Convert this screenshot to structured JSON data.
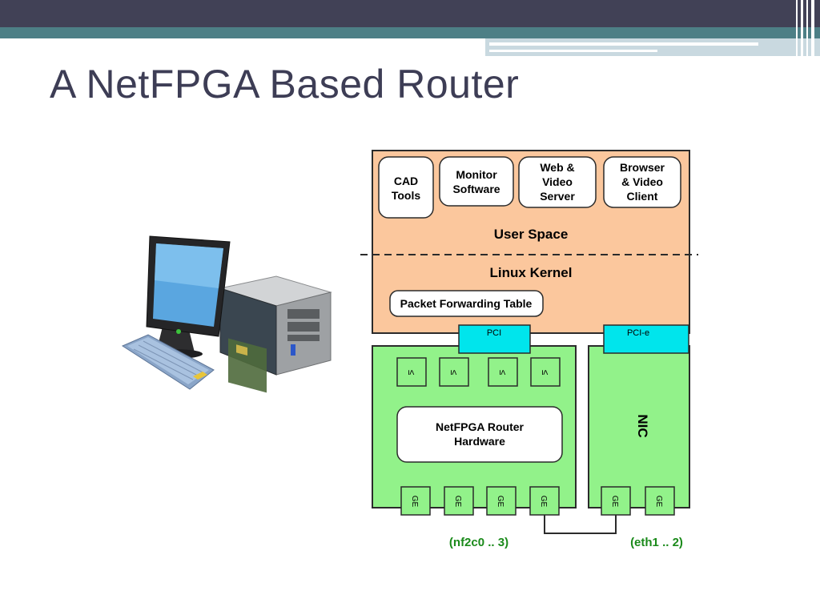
{
  "slide": {
    "title": "A NetFPGA Based Router"
  },
  "diagram": {
    "apps": [
      {
        "lines": [
          "CAD",
          "Tools"
        ]
      },
      {
        "lines": [
          "Monitor",
          "Software"
        ]
      },
      {
        "lines": [
          "Web &",
          "Video",
          "Server"
        ]
      },
      {
        "lines": [
          "Browser",
          "& Video",
          "Client"
        ]
      }
    ],
    "user_space": "User Space",
    "linux_kernel": "Linux Kernel",
    "packet_forwarding_table": "Packet Forwarding Table",
    "pci": "PCI",
    "pci_e": "PCI-e",
    "mac_label": "≤",
    "router_hw_lines": [
      "NetFPGA Router",
      "Hardware"
    ],
    "nic": "NIC",
    "ge": "GE",
    "nf_ports": "(nf2c0 .. 3)",
    "eth_ports": "(eth1 .. 2)"
  },
  "colors": {
    "host": "#fbc79d",
    "board": "#92f28a",
    "pci": "#00e5ec",
    "port_label": "#1a8a1a",
    "title": "#3d3d55"
  },
  "icons": {
    "computer": "desktop-computer-icon"
  }
}
